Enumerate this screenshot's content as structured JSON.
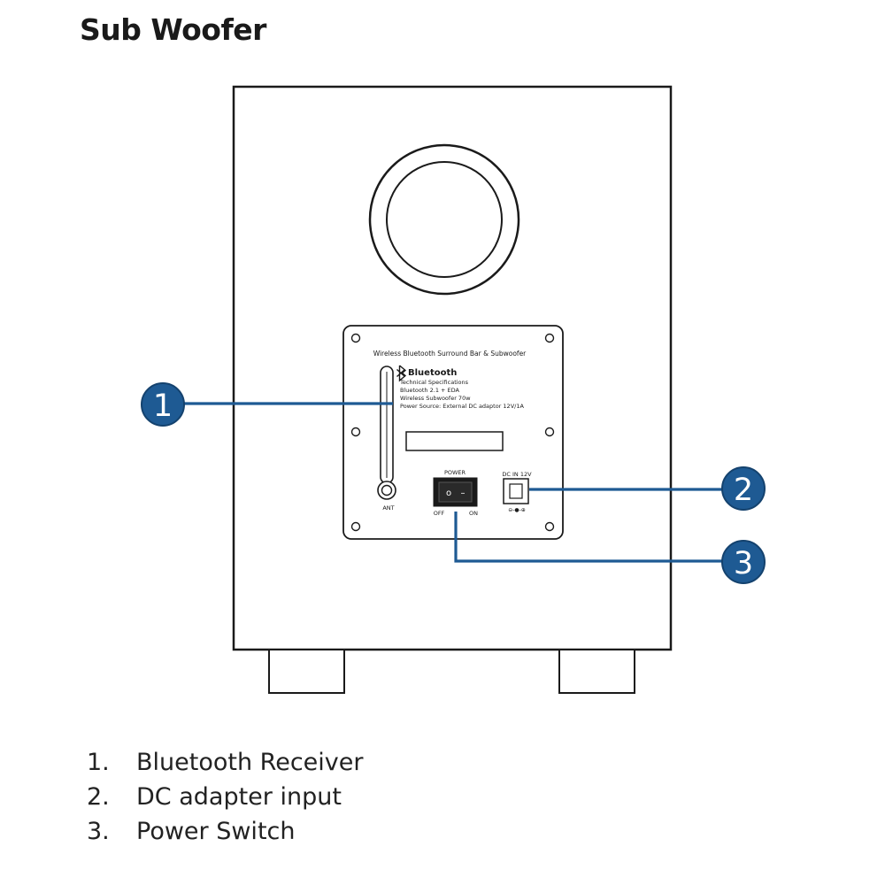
{
  "title": "Sub Woofer",
  "panel": {
    "product_name": "Wireless Bluetooth Surround Bar & Subwoofer",
    "bluetooth_logo": "Bluetooth",
    "specs_heading": "Technical Specifications",
    "spec_lines": [
      "Bluetooth 2.1 + EDA",
      "Wireless Subwoofer 70w",
      "Power Source: External DC adaptor 12V/1A"
    ],
    "antenna_label": "ANT",
    "power_label": "POWER",
    "off_label": "OFF",
    "on_label": "ON",
    "switch_off_symbol": "o",
    "switch_on_symbol": "–",
    "dc_label": "DC IN 12V",
    "polarity_symbol": "⊖-●-⊕"
  },
  "callouts": [
    {
      "number": "1",
      "target": "antenna"
    },
    {
      "number": "2",
      "target": "dc-input"
    },
    {
      "number": "3",
      "target": "power-switch"
    }
  ],
  "legend": [
    {
      "number": "1.",
      "label": "Bluetooth Receiver"
    },
    {
      "number": "2.",
      "label": "DC adapter input"
    },
    {
      "number": "3.",
      "label": "Power Switch"
    }
  ],
  "colors": {
    "callout_fill": "#1e5a93",
    "callout_stroke": "#14426e",
    "leader_line": "#1e5a93",
    "outline": "#1a1a1a"
  },
  "icons": [
    "bluetooth-icon",
    "antenna-icon",
    "screw-icon"
  ]
}
